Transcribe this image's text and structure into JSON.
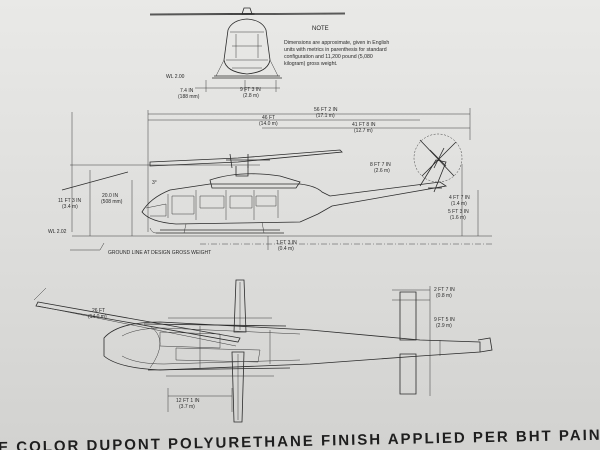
{
  "note": {
    "title": "NOTE",
    "lines": [
      "Dimensions are approximate, given in English",
      "units with metrics in parenthesis for standard",
      "configuration and 11,200 pound (5,080",
      "kilogram) gross weight."
    ]
  },
  "front_view": {
    "wl_label": "WL 2.00",
    "dim_a": [
      "7.4 IN",
      "(188 mm)"
    ],
    "dim_b": [
      "9 FT 3 IN",
      "(2.8 m)"
    ]
  },
  "side_view": {
    "overall_length": [
      "56 FT 2 IN",
      "(17.1 m)"
    ],
    "fuselage_length": [
      "46 FT",
      "(14.0 m)"
    ],
    "tail_length": [
      "41 FT 8 IN",
      "(12.7 m)"
    ],
    "height": [
      "11 FT 3 IN",
      "(3.4 m)"
    ],
    "mast_height": [
      "20.0 IN",
      "(508 mm)"
    ],
    "tail_rotor_dia": [
      "8 FT 7 IN",
      "(2.6 m)"
    ],
    "fin_height": [
      "4 FT 7 IN",
      "(1.4 m)"
    ],
    "tail_clearance": [
      "5 FT 3 IN",
      "(1.6 m)"
    ],
    "skid_clearance": [
      "1 FT 3 IN",
      "(0.4 m)"
    ],
    "small_angle": "3°",
    "wl_label": "WL 2.02",
    "ground_line": "GROUND LINE AT DESIGN GROSS WEIGHT"
  },
  "top_view": {
    "rotor_radius": [
      "26 FT",
      "(14.0 m)"
    ],
    "stab_width": [
      "2 FT 7 IN",
      "(0.8 m)"
    ],
    "stab_span": [
      "9 FT 5 IN",
      "(2.9 m)"
    ],
    "skid_width": [
      "12 FT 1 IN",
      "(3.7 m)"
    ]
  },
  "banner": "E COLOR DUPONT POLYURETHANE FINISH APPLIED PER BHT PAINT SCI"
}
